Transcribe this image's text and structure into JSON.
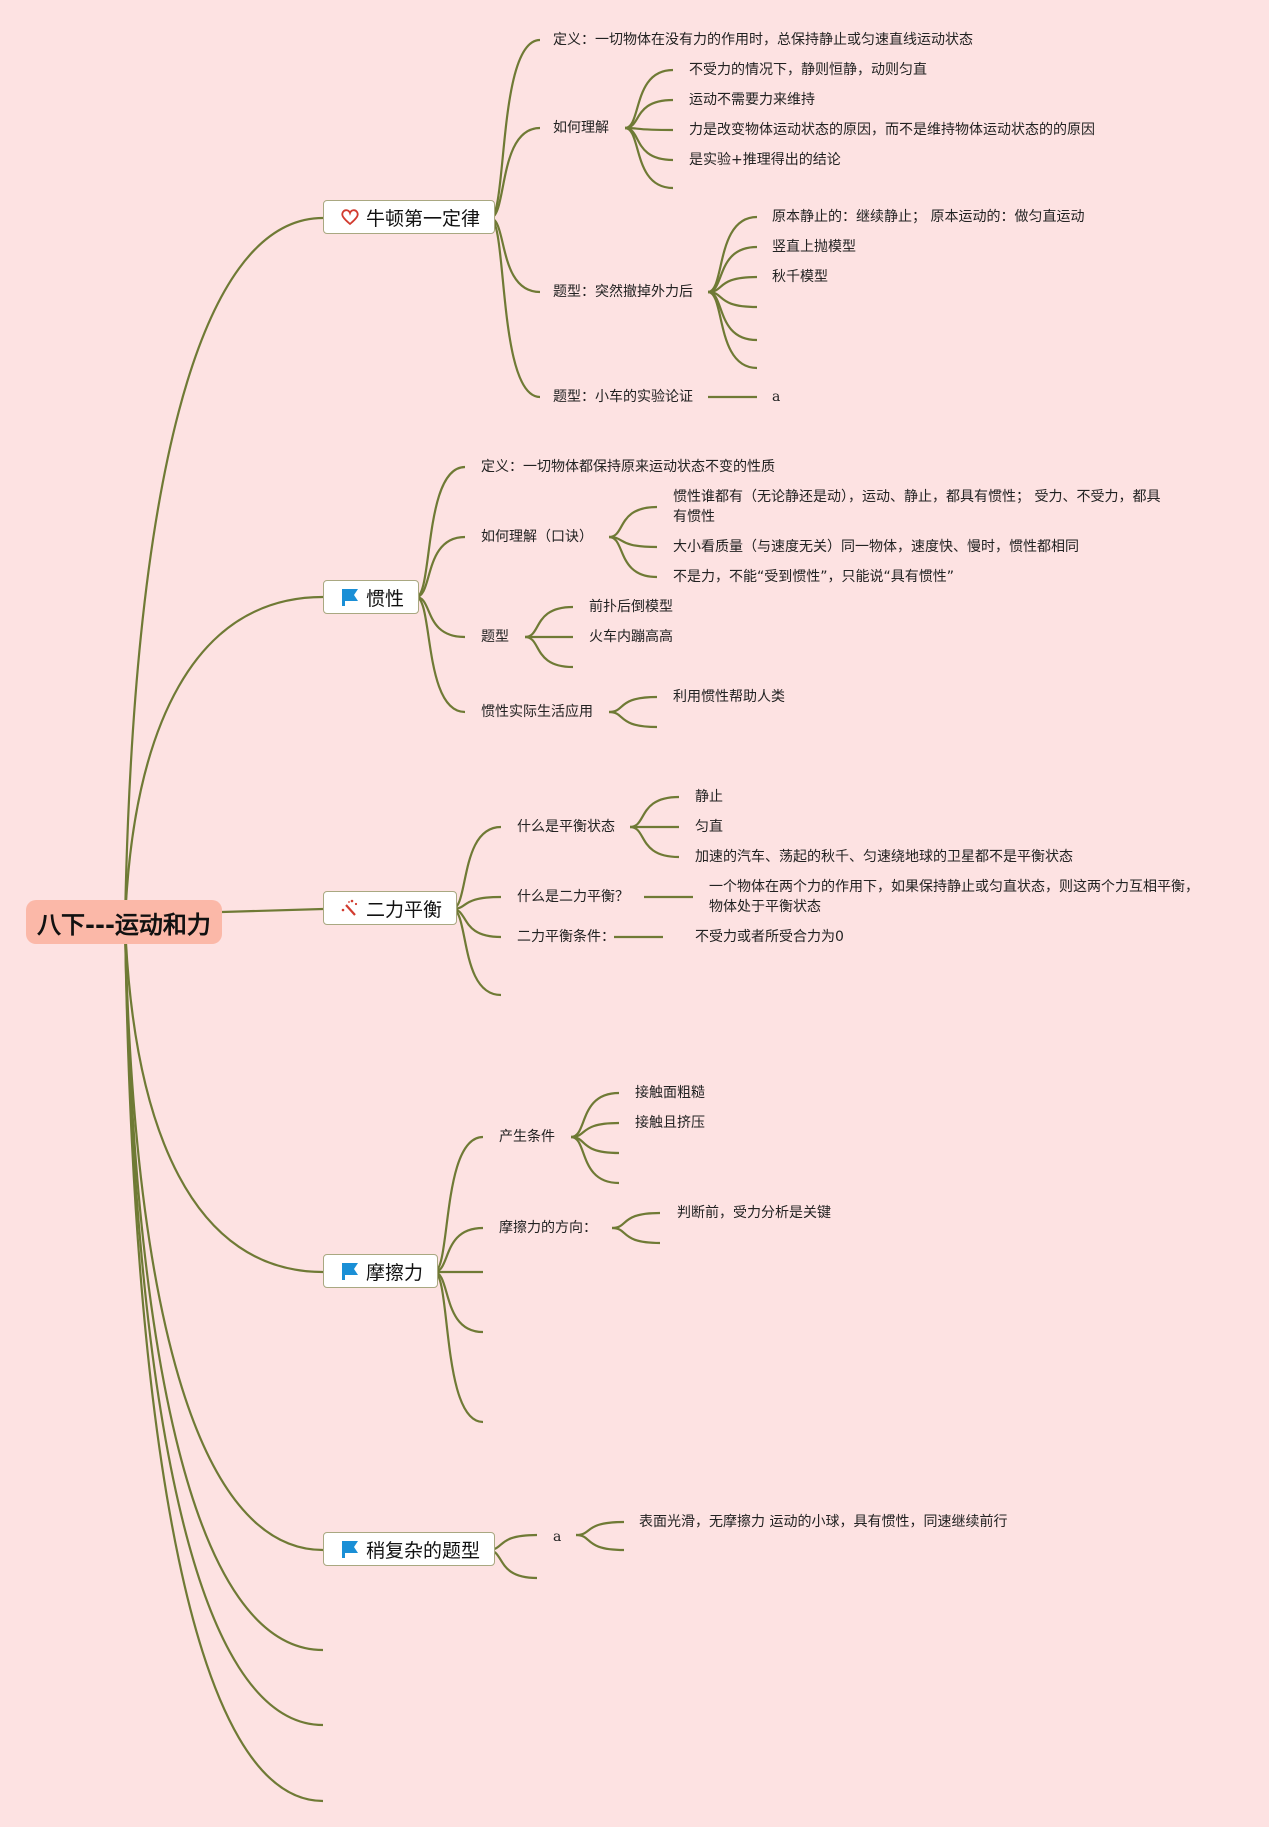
{
  "root": {
    "label": "八下---运动和力"
  },
  "colors": {
    "background": "#fde2e2",
    "root_fill": "#fbb8a8",
    "line": "#6f7a35",
    "topic_border": "#a9a881",
    "flag": "#1a8fd6",
    "heart": "#d23b2f"
  },
  "branches": [
    {
      "label": "牛顿第一定律",
      "icon": "heart-icon",
      "children": [
        {
          "label": "定义：一切物体在没有力的作用时，总保持静止或匀速直线运动状态"
        },
        {
          "label": "如何理解",
          "children": [
            "不受力的情况下，静则恒静，动则匀直",
            "运动不需要力来维持",
            "力是改变物体运动状态的原因，而不是维持物体运动状态的的原因",
            "是实验+推理得出的结论",
            ""
          ]
        },
        {
          "label": "题型：突然撤掉外力后",
          "children": [
            "原本静止的：继续静止； 原本运动的：做匀直运动",
            "竖直上抛模型",
            "秋千模型",
            "",
            "",
            ""
          ]
        },
        {
          "label": "题型：小车的实验论证",
          "children": [
            "a"
          ]
        }
      ]
    },
    {
      "label": "惯性",
      "icon": "flag-icon",
      "children": [
        {
          "label": "定义：一切物体都保持原来运动状态不变的性质"
        },
        {
          "label": "如何理解（口诀）",
          "children": [
            "惯性谁都有（无论静还是动），运动、静止，都具有惯性； 受力、不受力，都具有惯性",
            "大小看质量（与速度无关）同一物体，速度快、慢时，惯性都相同",
            "不是力，不能“受到惯性”，只能说“具有惯性”"
          ]
        },
        {
          "label": "题型",
          "children": [
            "前扑后倒模型",
            "火车内蹦高高",
            ""
          ]
        },
        {
          "label": "惯性实际生活应用",
          "children": [
            "利用惯性帮助人类",
            ""
          ]
        }
      ]
    },
    {
      "label": "二力平衡",
      "icon": "magic-wand-icon",
      "children": [
        {
          "label": "什么是平衡状态",
          "children": [
            "静止",
            "匀直",
            "加速的汽车、荡起的秋千、匀速绕地球的卫星都不是平衡状态"
          ]
        },
        {
          "label": "什么是二力平衡？",
          "children": [
            "一个物体在两个力的作用下，如果保持静止或匀直状态，则这两个力互相平衡，物体处于平衡状态"
          ]
        },
        {
          "label": "二力平衡条件：",
          "children": [
            "不受力或者所受合力为0"
          ]
        },
        {
          "label": ""
        }
      ]
    },
    {
      "label": "摩擦力",
      "icon": "flag-icon",
      "children": [
        {
          "label": "产生条件",
          "children": [
            "接触面粗糙",
            "接触且挤压",
            "",
            ""
          ]
        },
        {
          "label": "摩擦力的方向：",
          "children": [
            "判断前，受力分析是关键",
            ""
          ]
        },
        {
          "label": ""
        },
        {
          "label": ""
        },
        {
          "label": ""
        }
      ]
    },
    {
      "label": "稍复杂的题型",
      "icon": "flag-icon",
      "children": [
        {
          "label": "a",
          "children": [
            "表面光滑，无摩擦力 运动的小球，具有惯性，同速继续前行",
            ""
          ]
        },
        {
          "label": ""
        }
      ]
    },
    {
      "label": ""
    },
    {
      "label": ""
    },
    {
      "label": ""
    }
  ]
}
